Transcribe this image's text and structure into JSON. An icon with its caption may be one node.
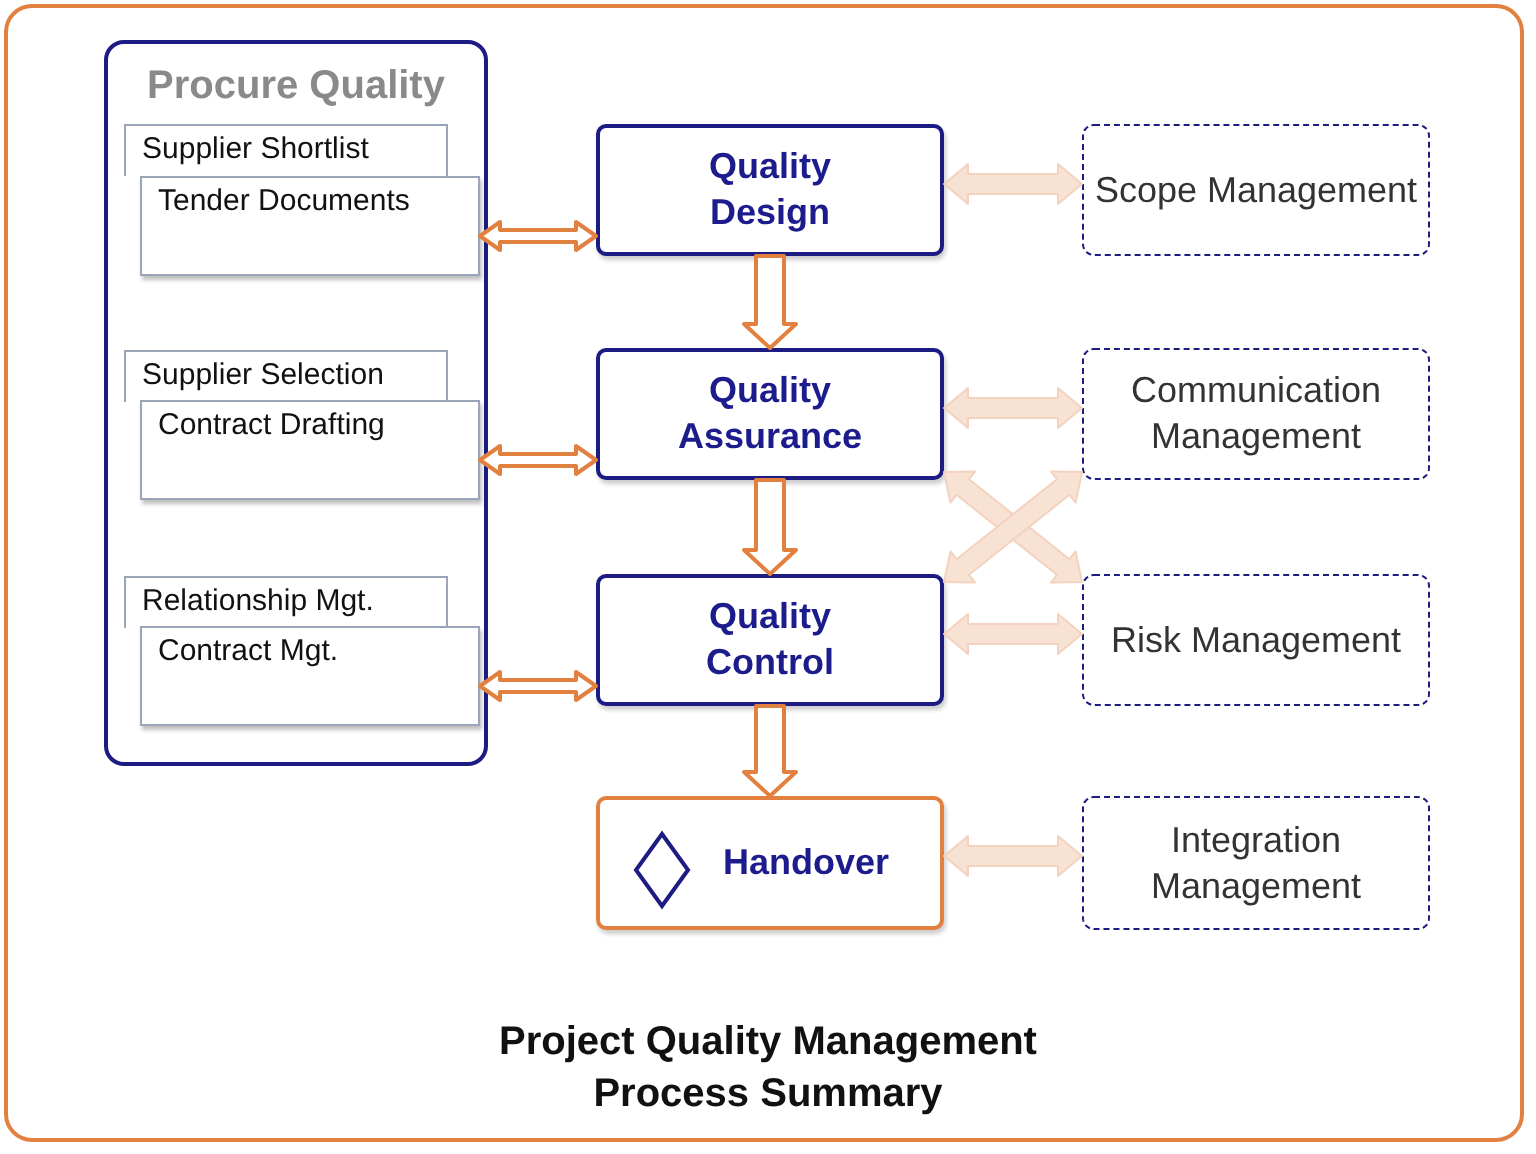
{
  "diagram": {
    "title": "Project Quality Management Process Summary",
    "nodes": [
      {
        "text": [
          "Procure Quality"
        ]
      },
      {
        "text": [
          "Supplier Shortlist"
        ],
        "in": 0
      },
      {
        "text": [
          "Tender Documents"
        ],
        "in": 0
      },
      {
        "text": [
          "Supplier Selection"
        ],
        "in": 0
      },
      {
        "text": [
          "Contract Drafting"
        ],
        "in": 0
      },
      {
        "text": [
          "Relationship Mgt."
        ],
        "in": 0
      },
      {
        "text": [
          "Contract Mgt."
        ],
        "in": 0
      },
      {
        "text": [
          "Quality Design"
        ]
      },
      {
        "text": [
          "Scope Management"
        ]
      },
      {
        "text": [
          "Quality Assurance"
        ]
      },
      {
        "text": [
          "Communication Management"
        ]
      },
      {
        "text": [
          "Quality Control"
        ]
      },
      {
        "text": [
          "Risk Management"
        ]
      },
      {
        "text": [
          "Handover"
        ]
      },
      {
        "text": [
          "Integration Management"
        ]
      }
    ],
    "edges": [
      {
        "from": 2,
        "to": 7,
        "arrow": "both",
        "color": "#e2813f"
      },
      {
        "from": 4,
        "to": 9,
        "arrow": "both",
        "color": "#e2813f"
      },
      {
        "from": 6,
        "to": 11,
        "arrow": "both",
        "color": "#e2813f"
      },
      {
        "from": 7,
        "to": 9,
        "arrow": "to",
        "style": "thick",
        "color": "#e2813f"
      },
      {
        "from": 9,
        "to": 11,
        "arrow": "to",
        "style": "thick",
        "color": "#e2813f"
      },
      {
        "from": 11,
        "to": 13,
        "arrow": "to",
        "style": "thick",
        "color": "#e2813f"
      },
      {
        "from": 7,
        "to": 8,
        "arrow": "both",
        "style": "thick"
      },
      {
        "from": 9,
        "to": 10,
        "arrow": "both",
        "style": "thick"
      },
      {
        "from": 9,
        "to": 12,
        "arrow": "both",
        "style": "thick"
      },
      {
        "from": 11,
        "to": 10,
        "arrow": "both",
        "style": "thick"
      },
      {
        "from": 11,
        "to": 12,
        "arrow": "both",
        "style": "thick"
      },
      {
        "from": 13,
        "to": 14,
        "arrow": "both",
        "style": "thick"
      }
    ]
  }
}
